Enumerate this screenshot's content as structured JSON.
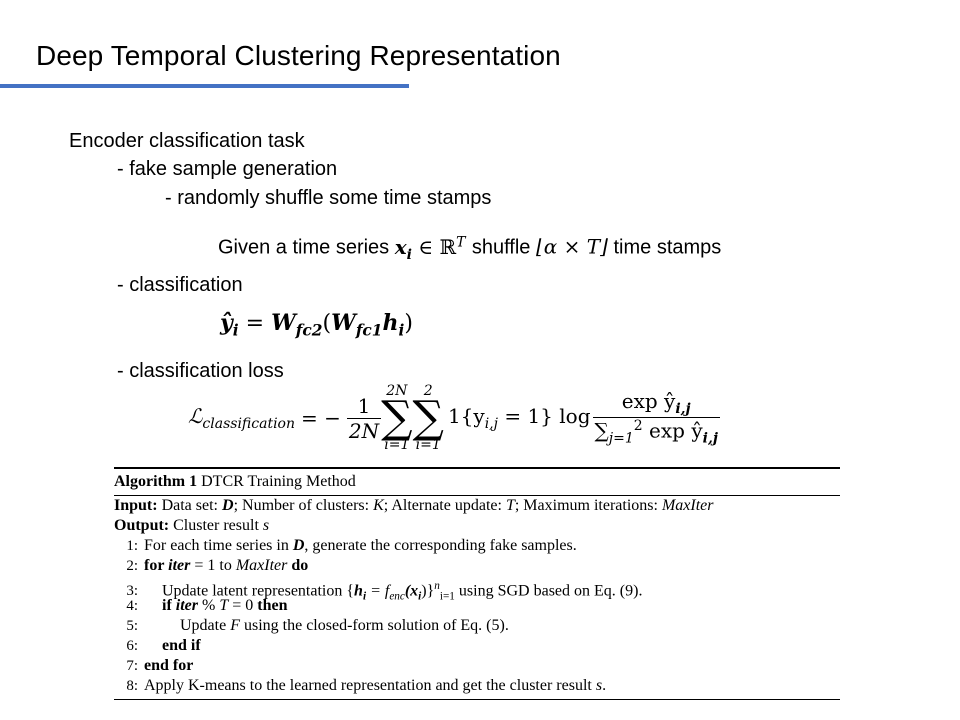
{
  "slide": {
    "title": "Deep Temporal Clustering Representation",
    "accent_color": "#4472c4"
  },
  "body": {
    "l1": "Encoder classification task",
    "l2": "- fake sample generation",
    "l3": "- randomly shuffle some time stamps",
    "given_prefix": "Given a time series",
    "given_shuffle": "shuffle",
    "given_suffix": "time stamps",
    "classification": "- classification",
    "classification_loss": "- classification loss"
  },
  "math": {
    "given_x": "x",
    "given_x_sub": "i",
    "given_in": " ∈ ℝ",
    "given_T": "T",
    "floor_expr": "⌊α × T⌋",
    "yhat": "ŷ",
    "yhat_sub": "i",
    "eq": " = ",
    "W": "W",
    "W_sub2": "fc2",
    "W_sub1": "fc1",
    "h": "h",
    "h_sub": "i",
    "L": "ℒ",
    "L_sub": "classification",
    "minus": "= −",
    "frac_num": "1",
    "frac_den": "2N",
    "sum1_top": "2N",
    "sum1_bot": "i=1",
    "sum2_top": "2",
    "sum2_bot": "i=1",
    "sigma": "∑",
    "indicator": "1{y",
    "indicator_sub": "i,j",
    "indicator_rest": " = 1} log",
    "exp_num": "exp ŷ",
    "exp_num_sub": "i,j",
    "exp_den_sum": "∑",
    "exp_den_sub": "j=1",
    "exp_den_sup": "2",
    "exp_den": " exp ŷ",
    "exp_den_sub2": "i,j"
  },
  "algorithm": {
    "header_bold": "Algorithm 1",
    "header_rest": " DTCR Training Method",
    "input_label": "Input:",
    "input_text_1": " Data set: ",
    "input_D": "D",
    "input_text_2": "; Number of clusters: ",
    "input_K": "K",
    "input_text_3": "; Alternate update: ",
    "input_T": "T",
    "input_text_4": "; Maximum iterations: ",
    "input_max": "MaxIter",
    "output_label": "Output:",
    "output_text": " Cluster result ",
    "output_s": "s",
    "lines": [
      {
        "n": "1:",
        "text": "For each time series in ",
        "extra": "D",
        "tail": ", generate the corresponding fake samples."
      },
      {
        "n": "2:",
        "kw": "for ",
        "var": "iter",
        "text": " = 1 to ",
        "it": "MaxIter",
        "kw2": " do"
      },
      {
        "n": "3:",
        "text": "Update latent representation {",
        "h": "h",
        "sub": "i",
        "mid": " = f",
        "enc": "enc",
        "x": "(x",
        "xsub": "i",
        "tail1": ")}",
        "sup": "n",
        "supsub": "i=1",
        "tail": " using SGD based on Eq. (9)."
      },
      {
        "n": "4:",
        "kw": "if ",
        "var": "iter",
        "text": " % ",
        "it": "T",
        "text2": " = 0",
        "kw2": " then"
      },
      {
        "n": "5:",
        "text": "Update ",
        "it": "F",
        "tail": " using the closed-form solution of Eq. (5)."
      },
      {
        "n": "6:",
        "kw": "end if"
      },
      {
        "n": "7:",
        "kw": "end for"
      },
      {
        "n": "8:",
        "text": "Apply K-means to the learned representation and get the cluster result ",
        "it": "s",
        "tail": "."
      }
    ]
  }
}
